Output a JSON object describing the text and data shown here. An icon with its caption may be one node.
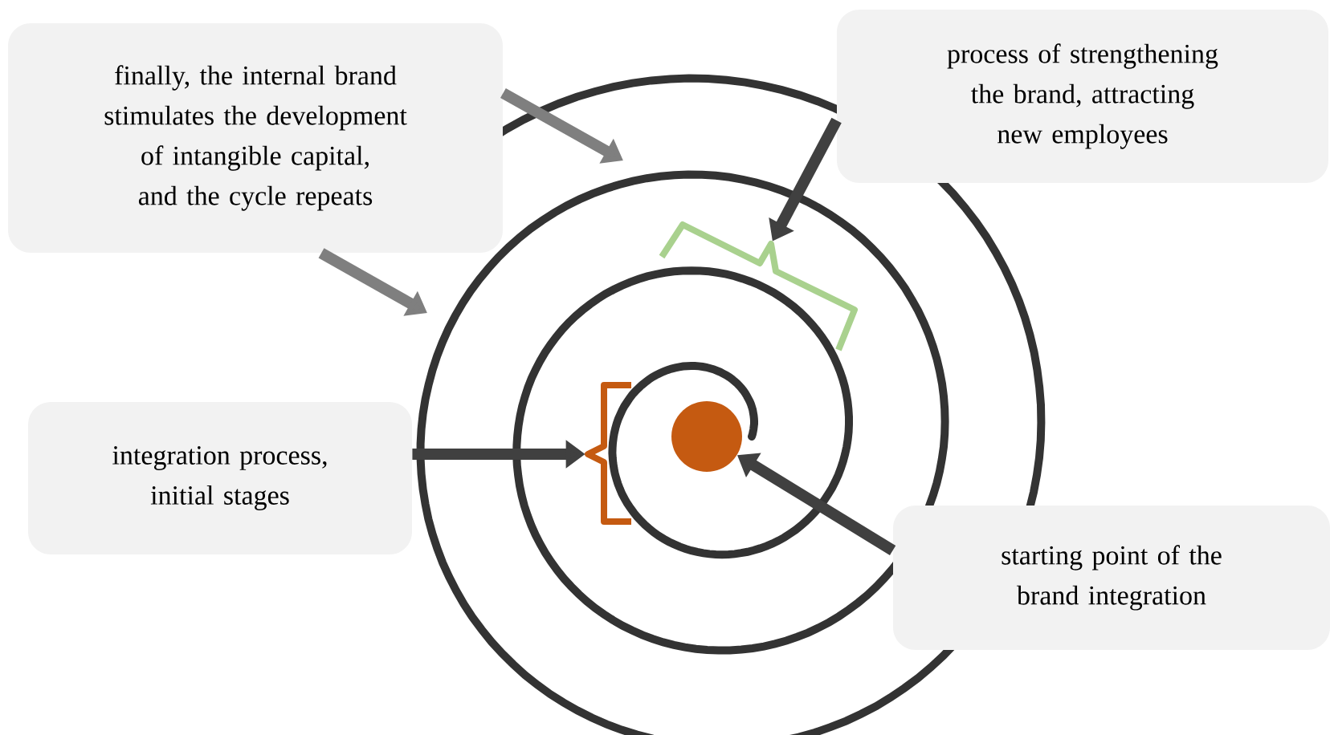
{
  "diagram": {
    "nodes": [
      {
        "text": [
          "finally, the internal brand stimulates the development of intangible capital, and the cycle repeats"
        ]
      },
      {
        "text": [
          "process of strengthening the brand, attracting new employees"
        ]
      },
      {
        "text": [
          "integration process, initial stages"
        ]
      },
      {
        "text": [
          "starting point of the brand integration"
        ]
      },
      {
        "text": [],
        "shape": "circle"
      },
      {
        "text": [],
        "shape": "bracket"
      },
      {
        "text": [],
        "shape": "bracket"
      }
    ],
    "edges": [
      {
        "from": 0,
        "to": null,
        "arrow": "to",
        "color": "#7f7f7f"
      },
      {
        "from": 0,
        "to": null,
        "arrow": "to",
        "color": "#7f7f7f"
      },
      {
        "from": 1,
        "to": 5,
        "arrow": "to"
      },
      {
        "from": 2,
        "to": 6,
        "arrow": "to"
      },
      {
        "from": 3,
        "to": 4,
        "arrow": "to"
      }
    ]
  }
}
